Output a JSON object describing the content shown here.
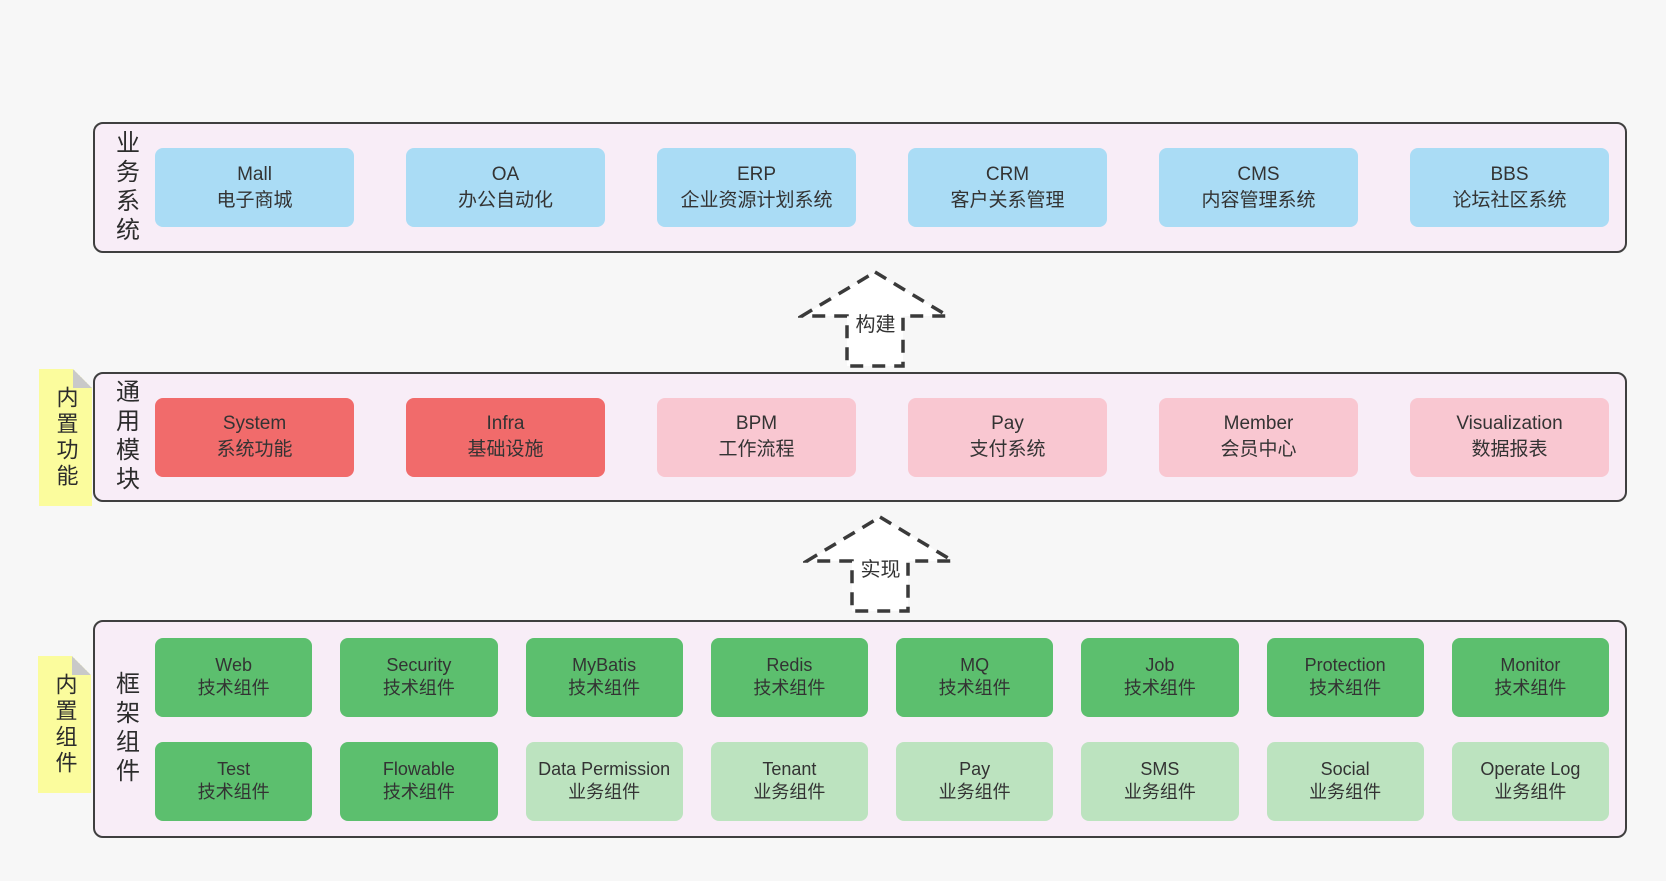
{
  "colors": {
    "page_bg": "#f7f7f7",
    "band_bg": "#f8edf7",
    "band_border": "#3f3f3f",
    "blue_box": "#aadcf5",
    "red_box": "#f16b6b",
    "pink_box": "#f9c7d1",
    "green_box": "#5cbf6e",
    "light_green_box": "#bce3bf",
    "note_yellow": "#fbfc9d",
    "note_fold_gray": "#c9c9c9",
    "text": "#333333"
  },
  "bands": [
    {
      "side_label": "业务系统",
      "rows": [
        [
          {
            "title": "Mall",
            "subtitle": "电子商城"
          },
          {
            "title": "OA",
            "subtitle": "办公自动化"
          },
          {
            "title": "ERP",
            "subtitle": "企业资源计划系统"
          },
          {
            "title": "CRM",
            "subtitle": "客户关系管理"
          },
          {
            "title": "CMS",
            "subtitle": "内容管理系统"
          },
          {
            "title": "BBS",
            "subtitle": "论坛社区系统"
          }
        ]
      ]
    },
    {
      "side_label": "通用模块",
      "rows": [
        [
          {
            "title": "System",
            "subtitle": "系统功能",
            "variant": "red"
          },
          {
            "title": "Infra",
            "subtitle": "基础设施",
            "variant": "red"
          },
          {
            "title": "BPM",
            "subtitle": "工作流程",
            "variant": "pink"
          },
          {
            "title": "Pay",
            "subtitle": "支付系统",
            "variant": "pink"
          },
          {
            "title": "Member",
            "subtitle": "会员中心",
            "variant": "pink"
          },
          {
            "title": "Visualization",
            "subtitle": "数据报表",
            "variant": "pink"
          }
        ]
      ]
    },
    {
      "side_label": "框架组件",
      "rows": [
        [
          {
            "title": "Web",
            "subtitle": "技术组件",
            "variant": "green"
          },
          {
            "title": "Security",
            "subtitle": "技术组件",
            "variant": "green"
          },
          {
            "title": "MyBatis",
            "subtitle": "技术组件",
            "variant": "green"
          },
          {
            "title": "Redis",
            "subtitle": "技术组件",
            "variant": "green"
          },
          {
            "title": "MQ",
            "subtitle": "技术组件",
            "variant": "green"
          },
          {
            "title": "Job",
            "subtitle": "技术组件",
            "variant": "green"
          },
          {
            "title": "Protection",
            "subtitle": "技术组件",
            "variant": "green"
          },
          {
            "title": "Monitor",
            "subtitle": "技术组件",
            "variant": "green"
          }
        ],
        [
          {
            "title": "Test",
            "subtitle": "技术组件",
            "variant": "green"
          },
          {
            "title": "Flowable",
            "subtitle": "技术组件",
            "variant": "green"
          },
          {
            "title": "Data Permission",
            "subtitle": "业务组件",
            "variant": "light-green"
          },
          {
            "title": "Tenant",
            "subtitle": "业务组件",
            "variant": "light-green"
          },
          {
            "title": "Pay",
            "subtitle": "业务组件",
            "variant": "light-green"
          },
          {
            "title": "SMS",
            "subtitle": "业务组件",
            "variant": "light-green"
          },
          {
            "title": "Social",
            "subtitle": "业务组件",
            "variant": "light-green"
          },
          {
            "title": "Operate Log",
            "subtitle": "业务组件",
            "variant": "light-green"
          }
        ]
      ]
    }
  ],
  "notes": [
    {
      "label": "内置功能"
    },
    {
      "label": "内置组件"
    }
  ],
  "arrows": [
    {
      "label": "构建"
    },
    {
      "label": "实现"
    }
  ]
}
